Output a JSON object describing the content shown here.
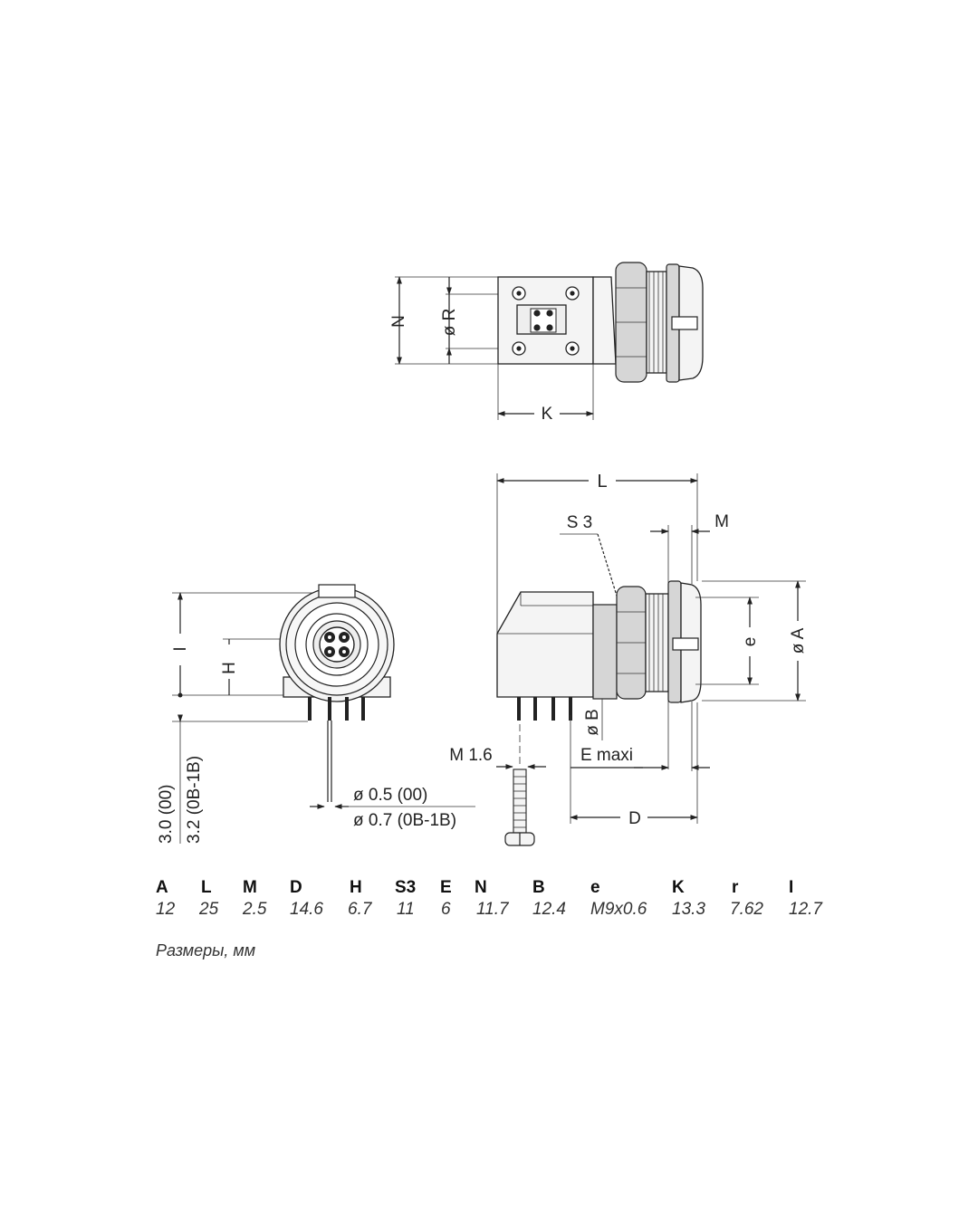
{
  "drawing": {
    "top_view": {
      "label_N": "N",
      "label_R": "ø R",
      "label_K": "K"
    },
    "side_view": {
      "label_L": "L",
      "label_S3": "S 3",
      "label_M": "M",
      "label_e": "e",
      "label_A": "ø A",
      "label_B": "ø B",
      "label_E": "E maxi",
      "label_D": "D",
      "label_M16": "M 1.6"
    },
    "front_view": {
      "label_I": "I",
      "label_H": "H",
      "label_30": "3.0 (00)",
      "label_32": "3.2 (0B-1B)",
      "label_d05": "ø 0.5 (00)",
      "label_d07": "ø 0.7 (0B-1B)"
    }
  },
  "dimensions": {
    "headers": [
      "A",
      "L",
      "M",
      "D",
      "H",
      "S3",
      "E",
      "N",
      "B",
      "e",
      "K",
      "r",
      "I"
    ],
    "values": [
      "12",
      "25",
      "2.5",
      "14.6",
      "6.7",
      "11",
      "6",
      "11.7",
      "12.4",
      "M9x0.6",
      "13.3",
      "7.62",
      "12.7"
    ]
  },
  "caption": "Размеры, мм"
}
